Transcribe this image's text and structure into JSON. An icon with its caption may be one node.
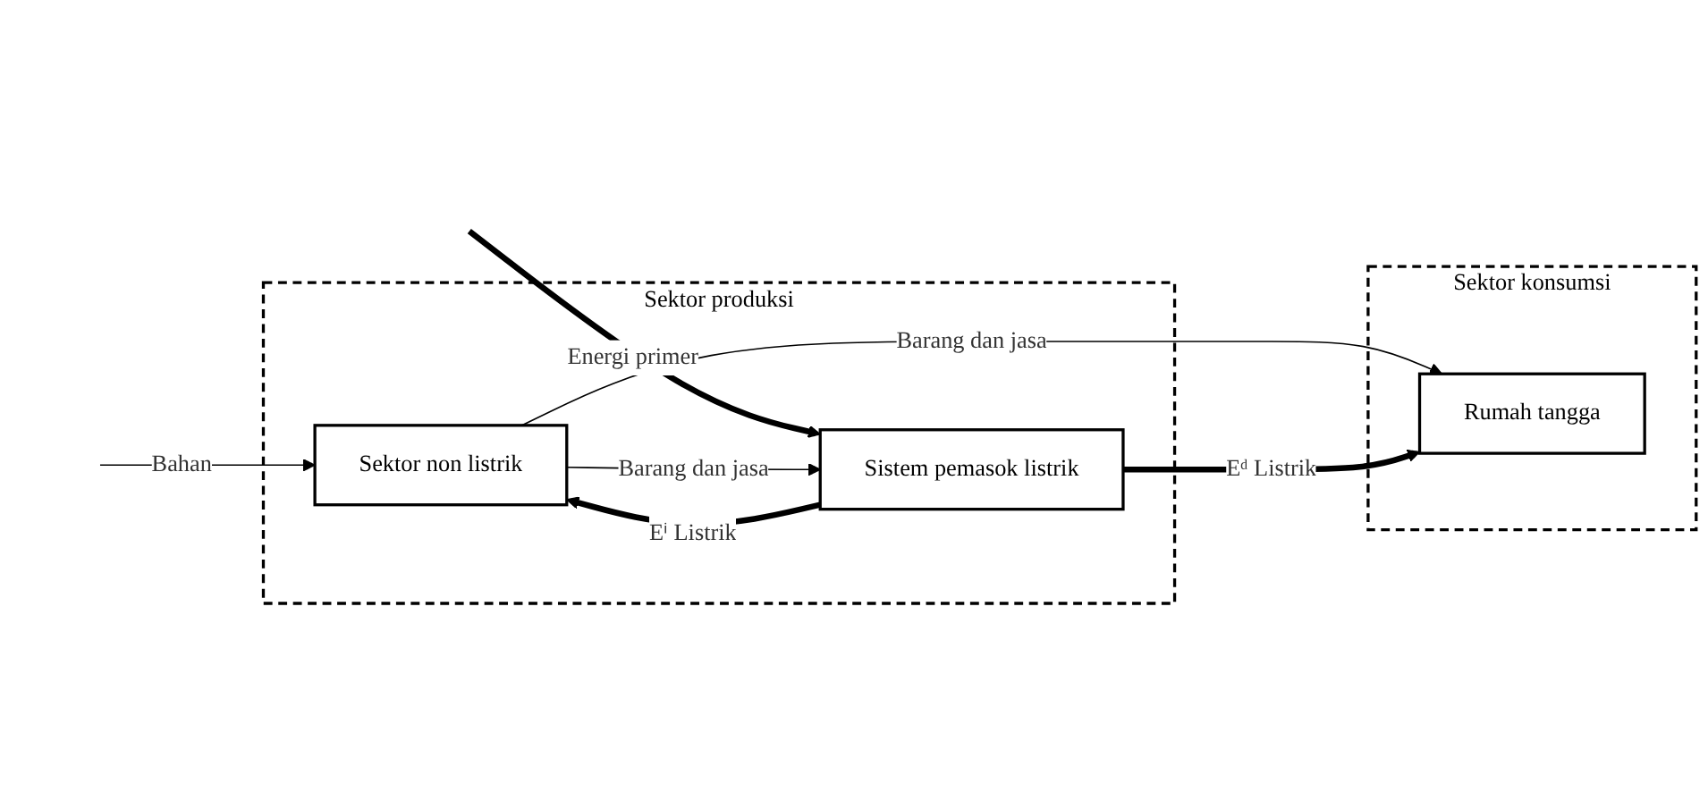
{
  "diagram": {
    "nodes": [
      {
        "text": [
          "Sektor produksi"
        ]
      },
      {
        "text": [
          "Sektor non listrik"
        ],
        "in": 0
      },
      {
        "text": [
          "Sistem pemasok listrik"
        ],
        "in": 0
      },
      {
        "text": [
          "Sektor konsumsi"
        ]
      },
      {
        "text": [
          "Rumah tangga"
        ],
        "in": 3
      }
    ],
    "edges": [
      {
        "from": null,
        "to": 1,
        "arrow": "to",
        "label": "Bahan"
      },
      {
        "from": null,
        "to": 2,
        "arrow": "to",
        "label": "Energi primer",
        "style": "thick"
      },
      {
        "from": 2,
        "to": 1,
        "arrow": "to",
        "label": "Eⁱ Listrik",
        "style": "thick"
      },
      {
        "from": 1,
        "to": 2,
        "arrow": "to",
        "label": "Barang dan jasa"
      },
      {
        "from": 1,
        "to": 4,
        "arrow": "to",
        "label": "Barang dan jasa"
      },
      {
        "from": 2,
        "to": 4,
        "arrow": "to",
        "label": "Eᵈ Listrik",
        "style": "thick"
      }
    ]
  }
}
